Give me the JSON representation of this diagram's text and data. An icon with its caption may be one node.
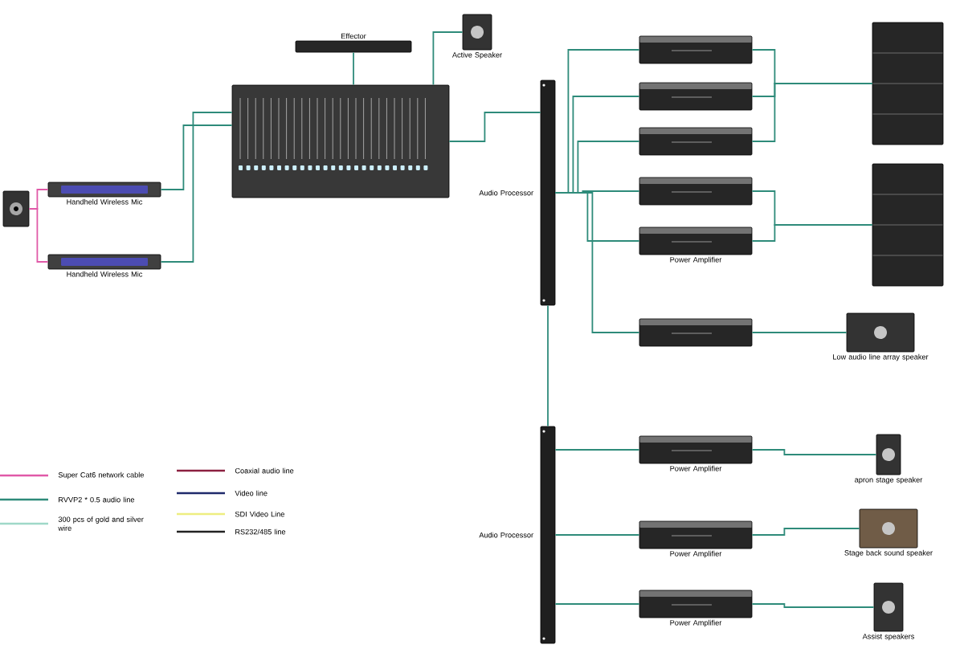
{
  "diagram": {
    "nodes": [
      {
        "text": [],
        "shape": "picture"
      },
      {
        "text": [
          "Handheld Wireless Mic"
        ]
      },
      {
        "text": [
          "Handheld Wireless Mic"
        ]
      },
      {
        "text": [
          "Effector"
        ]
      },
      {
        "text": [
          "Active Speaker"
        ]
      },
      {
        "text": [],
        "shape": "picture"
      },
      {
        "text": [
          "Audio Processor"
        ]
      },
      {
        "text": [],
        "shape": "picture"
      },
      {
        "text": [],
        "shape": "picture"
      },
      {
        "text": [],
        "shape": "picture"
      },
      {
        "text": [],
        "shape": "picture"
      },
      {
        "text": [
          "Power Amplifier"
        ]
      },
      {
        "text": [],
        "shape": "picture"
      },
      {
        "text": [],
        "shape": "picture"
      },
      {
        "text": [],
        "shape": "picture"
      },
      {
        "text": [
          "Low audio line array speaker"
        ]
      },
      {
        "text": [
          "Audio Processor"
        ]
      },
      {
        "text": [
          "Power Amplifier"
        ]
      },
      {
        "text": [
          "apron stage speaker"
        ]
      },
      {
        "text": [
          "Power Amplifier"
        ]
      },
      {
        "text": [
          "Stage back sound speaker"
        ]
      },
      {
        "text": [
          "Power Amplifier"
        ]
      },
      {
        "text": [
          "Assist speakers"
        ]
      }
    ],
    "edges": [
      {
        "from": 0,
        "to": 1,
        "arrow": "none",
        "color": "#e05aa8"
      },
      {
        "from": 0,
        "to": 2,
        "arrow": "none",
        "color": "#e05aa8"
      },
      {
        "from": 1,
        "to": 5,
        "arrow": "none"
      },
      {
        "from": 2,
        "to": 5,
        "arrow": "none"
      },
      {
        "from": 3,
        "to": 5,
        "arrow": "none"
      },
      {
        "from": 4,
        "to": 5,
        "arrow": "none"
      },
      {
        "from": 5,
        "to": 6,
        "arrow": "none"
      },
      {
        "from": 6,
        "to": 7,
        "arrow": "none"
      },
      {
        "from": 6,
        "to": 8,
        "arrow": "none"
      },
      {
        "from": 6,
        "to": 9,
        "arrow": "none"
      },
      {
        "from": 6,
        "to": 10,
        "arrow": "none"
      },
      {
        "from": 6,
        "to": 11,
        "arrow": "none"
      },
      {
        "from": 6,
        "to": 14,
        "arrow": "none"
      },
      {
        "from": 7,
        "to": 12,
        "arrow": "none"
      },
      {
        "from": 8,
        "to": 12,
        "arrow": "none"
      },
      {
        "from": 9,
        "to": 12,
        "arrow": "none"
      },
      {
        "from": 10,
        "to": 13,
        "arrow": "none"
      },
      {
        "from": 11,
        "to": 13,
        "arrow": "none"
      },
      {
        "from": 14,
        "to": 15,
        "arrow": "none"
      },
      {
        "from": 6,
        "to": 16,
        "arrow": "none"
      },
      {
        "from": 16,
        "to": 17,
        "arrow": "none"
      },
      {
        "from": 16,
        "to": 19,
        "arrow": "none"
      },
      {
        "from": 16,
        "to": 21,
        "arrow": "none"
      },
      {
        "from": 17,
        "to": 18,
        "arrow": "none"
      },
      {
        "from": 19,
        "to": 20,
        "arrow": "none"
      },
      {
        "from": 21,
        "to": 22,
        "arrow": "none"
      }
    ],
    "legend": [
      {
        "text": "Super Cat6 network cable"
      },
      {
        "text": "RVVP2 * 0.5 audio line"
      },
      {
        "text": "300 pcs of gold and silver wire"
      },
      {
        "text": "Coaxial audio line"
      },
      {
        "text": "Video line"
      },
      {
        "text": "SDI Video Line"
      },
      {
        "text": "RS232/485 line"
      }
    ]
  }
}
